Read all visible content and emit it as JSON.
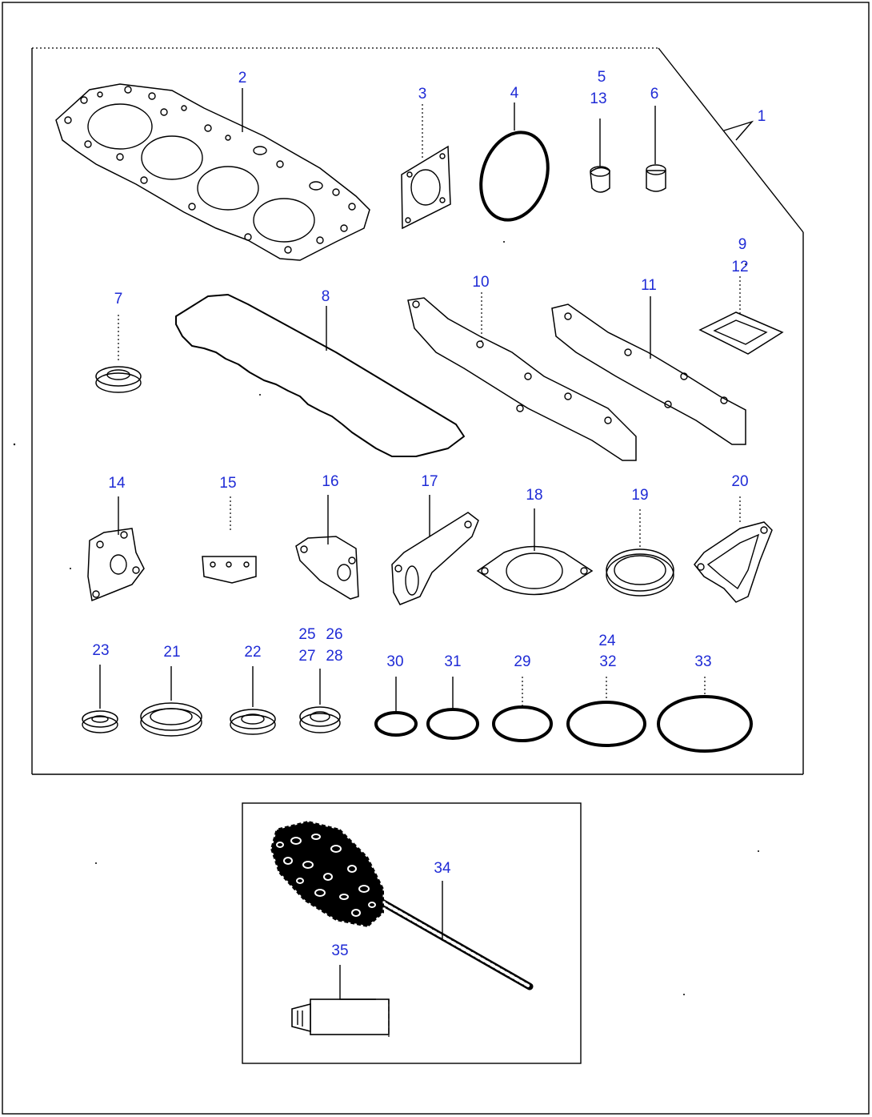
{
  "diagram": {
    "title": "Gasket kit parts diagram",
    "callouts": {
      "c1": "1",
      "c2": "2",
      "c3": "3",
      "c4": "4",
      "c5": "5",
      "c13": "13",
      "c6": "6",
      "c7": "7",
      "c8": "8",
      "c9": "9",
      "c12": "12",
      "c10": "10",
      "c11": "11",
      "c14": "14",
      "c15": "15",
      "c16": "16",
      "c17": "17",
      "c18": "18",
      "c19": "19",
      "c20": "20",
      "c23": "23",
      "c21": "21",
      "c22": "22",
      "c25": "25",
      "c26": "26",
      "c27": "27",
      "c28": "28",
      "c30": "30",
      "c31": "31",
      "c29": "29",
      "c24": "24",
      "c32": "32",
      "c33": "33",
      "c34": "34",
      "c35": "35"
    },
    "colors": {
      "callout": "#1f2bd6",
      "line": "#000000",
      "background": "#ffffff"
    }
  }
}
